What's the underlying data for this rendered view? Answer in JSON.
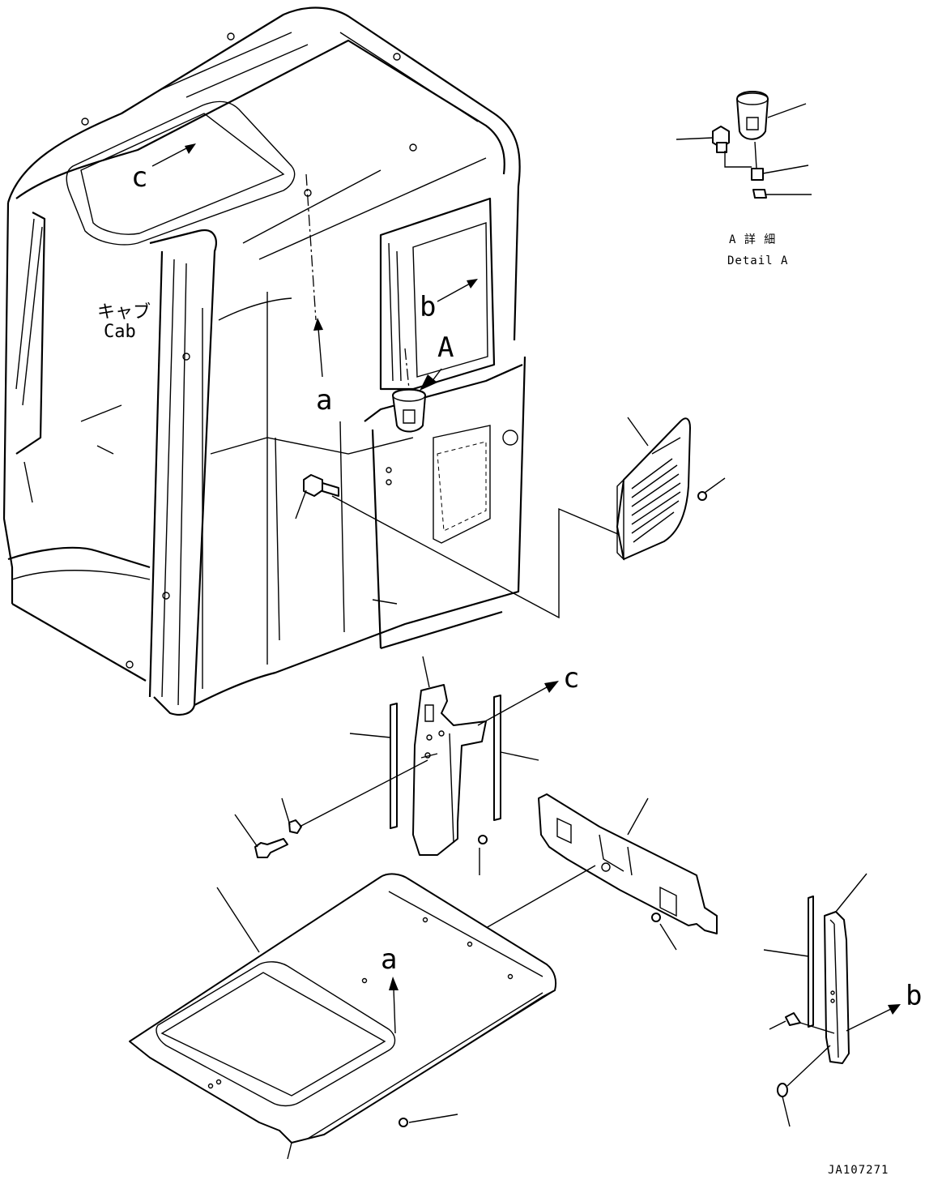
{
  "labels": {
    "cab_jp": "キャブ",
    "cab_en": "Cab",
    "view_a": "A",
    "detail_jp": "A 詳 細",
    "detail_en": "Detail A",
    "ref_a_upper": "a",
    "ref_a_lower": "a",
    "ref_b_upper": "b",
    "ref_b_lower": "b",
    "ref_c_upper": "c",
    "ref_c_lower": "c",
    "drawing_no": "JA107271"
  }
}
